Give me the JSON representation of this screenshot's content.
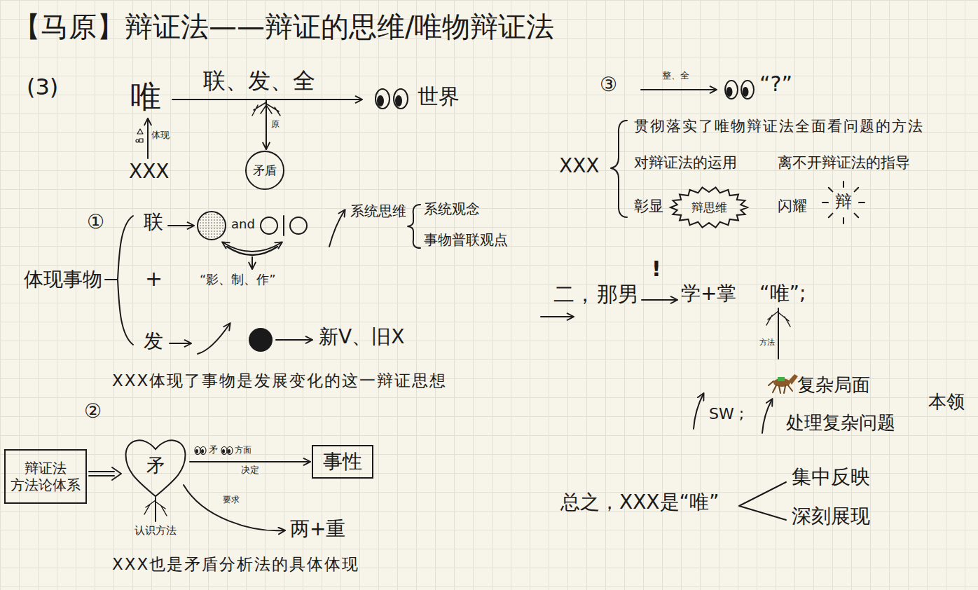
{
  "diagram": {
    "title": "【马原】辩证法——辩证的思维/唯物辩证法",
    "nodes": [
      {
        "text": [
          "矛盾"
        ]
      },
      {
        "text": [
          "辩证法 方法论体系"
        ]
      },
      {
        "text": [
          "矛"
        ]
      },
      {
        "text": [
          "事性"
        ]
      },
      {
        "text": [
          "辩思维"
        ]
      }
    ],
    "edges": [
      {
        "from": 1,
        "to": 2,
        "arrow": "to"
      },
      {
        "from": 2,
        "to": 3,
        "label": "决定",
        "arrow": "to"
      }
    ],
    "labels": [
      "(3)",
      "唯",
      "联、发、全",
      "世界",
      "原",
      "体现",
      "XXX",
      "①",
      "联",
      "and",
      "“影、制、作”",
      "系统思维",
      "系统观念",
      "事物普联观点",
      "体现事物",
      "+",
      "发",
      "新V、旧X",
      "XXX体现了事物是发展变化的这一辩证思想",
      "②",
      "矛",
      "方面",
      "认识方法",
      "要求",
      "两+重",
      "XXX也是矛盾分析法的具体体现",
      "③",
      "整、全",
      "“?”",
      "XXX",
      "贯彻落实了唯物辩证法全面看问题的方法",
      "对辩证法的运用",
      "离不开辩证法的指导",
      "彰显",
      "闪耀",
      "辩",
      "二，",
      "那男",
      "!",
      "学+掌",
      "“唯”;",
      "方法",
      "SW ;",
      "复杂局面",
      "处理复杂问题",
      "本领",
      "总之，XXX是“唯”",
      "集中反映",
      "深刻展现"
    ]
  }
}
